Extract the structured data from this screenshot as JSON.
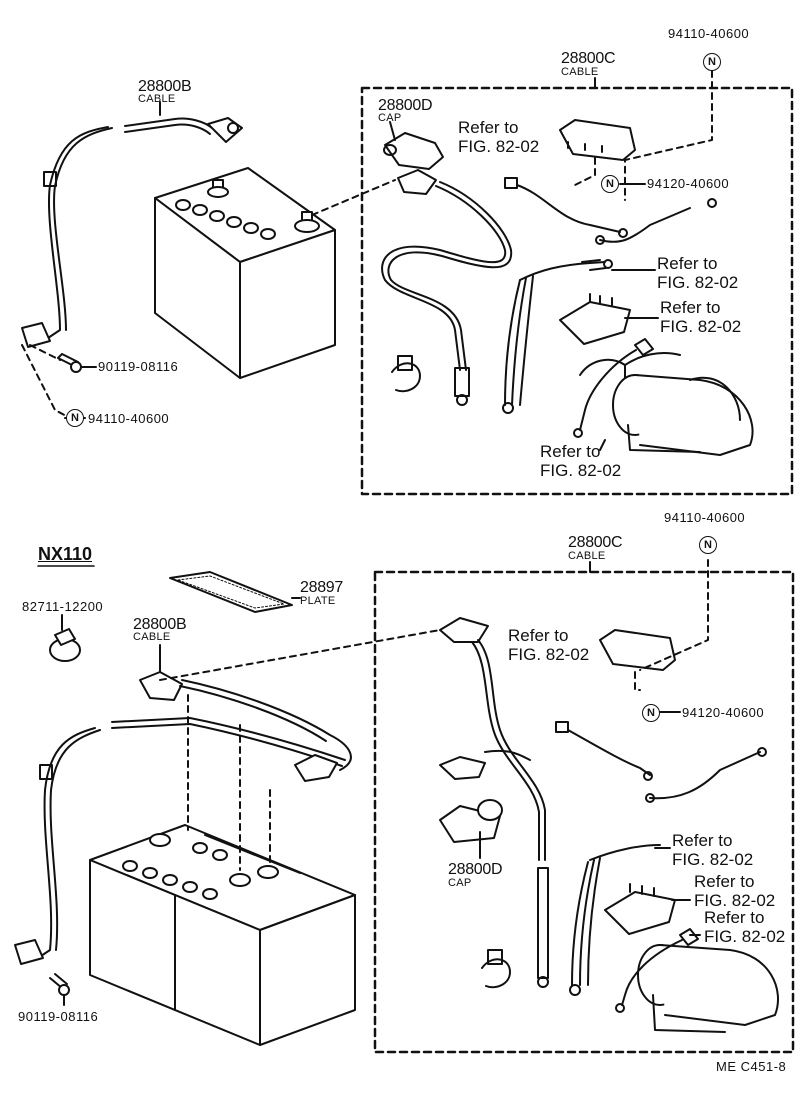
{
  "top": {
    "cable_b": {
      "part": "28800B",
      "desc": "CABLE"
    },
    "cable_c": {
      "part": "28800C",
      "desc": "CABLE"
    },
    "cap_d": {
      "part": "28800D",
      "desc": "CAP"
    },
    "nut_top": "94110-40600",
    "nut_mid": "94120-40600",
    "bolt": "90119-08116",
    "nut_bottom": "94110-40600",
    "ref1": {
      "line1": "Refer to",
      "line2": "FIG. 82-02"
    },
    "ref2": {
      "line1": "Refer to",
      "line2": "FIG. 82-02"
    },
    "ref3": {
      "line1": "Refer to",
      "line2": "FIG. 82-02"
    },
    "ref4": {
      "line1": "Refer to",
      "line2": "FIG. 82-02"
    }
  },
  "bottom": {
    "model": "NX110",
    "clamp": "82711-12200",
    "plate": {
      "part": "28897",
      "desc": "PLATE"
    },
    "cable_b": {
      "part": "28800B",
      "desc": "CABLE"
    },
    "cable_c": {
      "part": "28800C",
      "desc": "CABLE"
    },
    "cap_d": {
      "part": "28800D",
      "desc": "CAP"
    },
    "nut_top": "94110-40600",
    "nut_mid": "94120-40600",
    "bolt": "90119-08116",
    "ref1": {
      "line1": "Refer to",
      "line2": "FIG. 82-02"
    },
    "ref2": {
      "line1": "Refer to",
      "line2": "FIG. 82-02"
    },
    "ref3": {
      "line1": "Refer to",
      "line2": "FIG. 82-02"
    },
    "ref4": {
      "line1": "Refer to",
      "line2": "FIG. 82-02"
    }
  },
  "n_symbol": "N",
  "figure_code": "ME  C451-8"
}
